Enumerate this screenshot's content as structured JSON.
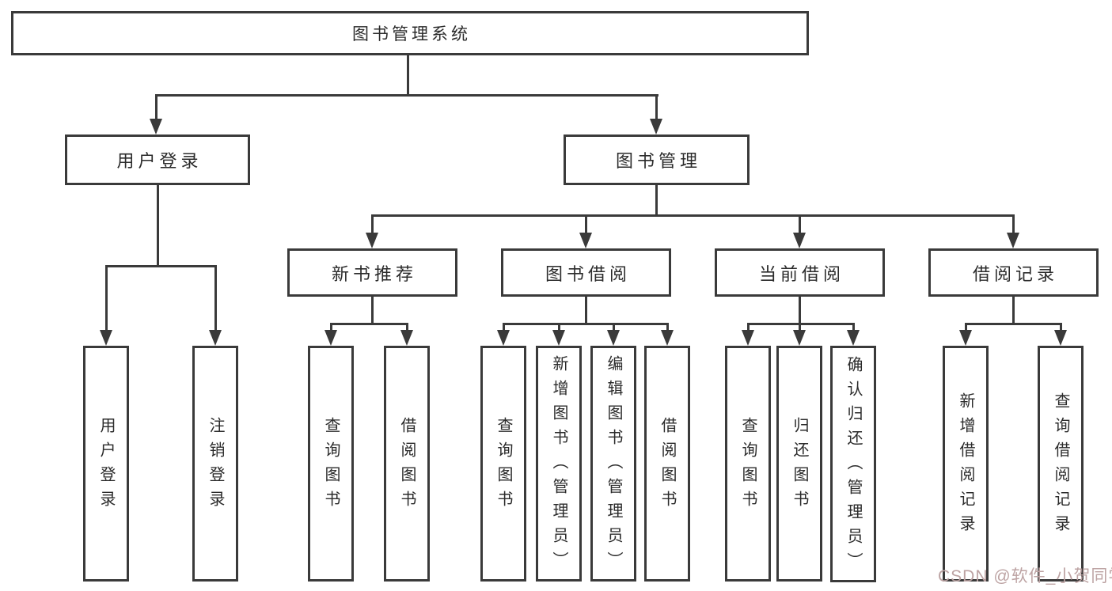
{
  "diagram": {
    "root": {
      "label": "图书管理系统"
    },
    "level2": [
      {
        "label": "用户登录"
      },
      {
        "label": "图书管理"
      }
    ],
    "level3": [
      {
        "label": "新书推荐"
      },
      {
        "label": "图书借阅"
      },
      {
        "label": "当前借阅"
      },
      {
        "label": "借阅记录"
      }
    ],
    "leaves": [
      {
        "label": "用户登录"
      },
      {
        "label": "注销登录"
      },
      {
        "label": "查询图书"
      },
      {
        "label": "借阅图书"
      },
      {
        "label": "查询图书"
      },
      {
        "label": "新增图书（管理员）"
      },
      {
        "label": "编辑图书（管理员）"
      },
      {
        "label": "借阅图书"
      },
      {
        "label": "查询图书"
      },
      {
        "label": "归还图书"
      },
      {
        "label": "确认归还（管理员）"
      },
      {
        "label": "新增借阅记录"
      },
      {
        "label": "查询借阅记录"
      }
    ]
  },
  "watermark": {
    "text": "CSDN @软件_小贺同学",
    "color": "#bda3a3"
  },
  "colors": {
    "line": "#3a3a3a",
    "text": "#2b2b2b",
    "background": "#ffffff"
  }
}
